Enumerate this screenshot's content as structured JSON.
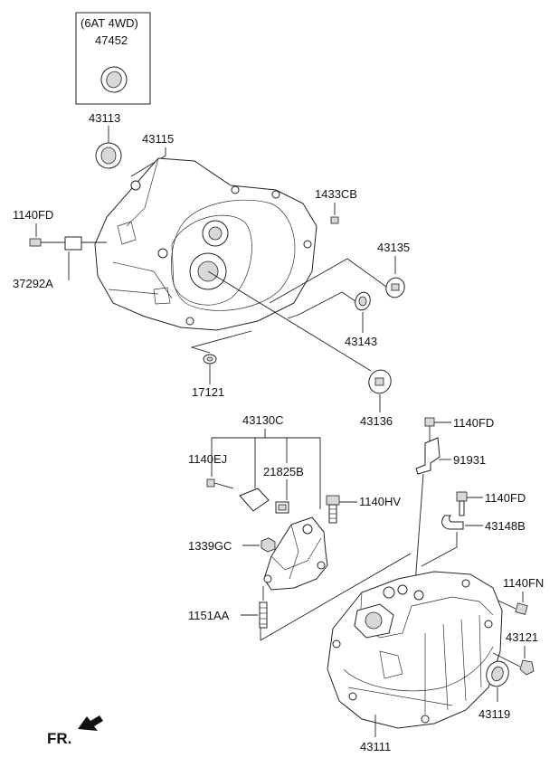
{
  "labels": {
    "variant": "(6AT 4WD)",
    "p47452": "47452",
    "p43113": "43113",
    "p43115": "43115",
    "p1433CB": "1433CB",
    "p1140FD_a": "1140FD",
    "p43135": "43135",
    "p37292A": "37292A",
    "p43143": "43143",
    "p17121": "17121",
    "p43136": "43136",
    "p43130C": "43130C",
    "p1140FD_b": "1140FD",
    "p1140EJ": "1140EJ",
    "p21825B": "21825B",
    "p91931": "91931",
    "p1140HV": "1140HV",
    "p1140FD_c": "1140FD",
    "p43148B": "43148B",
    "p1339GC": "1339GC",
    "p1140FN": "1140FN",
    "p1151AA": "1151AA",
    "p43121": "43121",
    "p43119": "43119",
    "p43111": "43111",
    "fr": "FR."
  },
  "icons": {
    "fr_arrow": "arrow-icon"
  }
}
